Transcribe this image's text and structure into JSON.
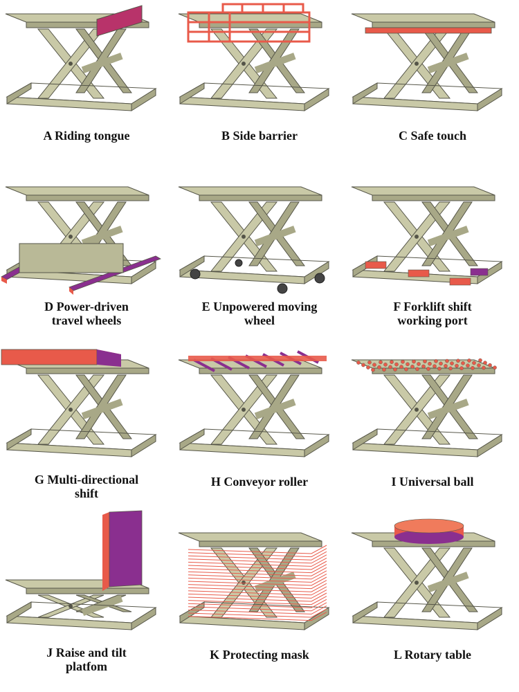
{
  "figure": {
    "items": [
      {
        "key": "A",
        "caption": "A   Riding tongue"
      },
      {
        "key": "B",
        "caption": "B   Side barrier"
      },
      {
        "key": "C",
        "caption": "C   Safe touch"
      },
      {
        "key": "D",
        "caption": "D  Power-driven\ntravel wheels"
      },
      {
        "key": "E",
        "caption": "E  Unpowered moving\nwheel"
      },
      {
        "key": "F",
        "caption": "F   Forklift shift\nworking port"
      },
      {
        "key": "G",
        "caption": "G   Multi-directional\nshift"
      },
      {
        "key": "H",
        "caption": "H   Conveyor roller"
      },
      {
        "key": "I",
        "caption": "I   Universal ball"
      },
      {
        "key": "J",
        "caption": "J  Raise and tilt\nplatfom"
      },
      {
        "key": "K",
        "caption": "K   Protecting mask"
      },
      {
        "key": "L",
        "caption": "L   Rotary table"
      }
    ],
    "colors": {
      "frame": "#c9c9a7",
      "frame_dark": "#a8a887",
      "edge": "#555548",
      "accent_red": "#e85a4a",
      "accent_purple": "#8a2f8f"
    }
  }
}
